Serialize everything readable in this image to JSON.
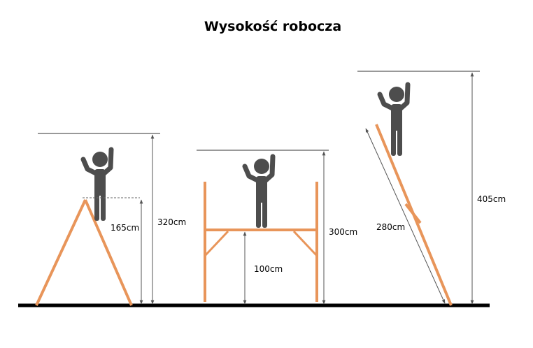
{
  "title": "Wysokość robocza",
  "colors": {
    "ladder": "#E8955A",
    "person": "#4D4D4D",
    "ground": "#000000",
    "dimension": "#555555"
  },
  "configs": [
    {
      "name": "a-frame-ladder",
      "working_height": "320cm",
      "platform_height": "165cm"
    },
    {
      "name": "scaffold",
      "working_height": "300cm",
      "platform_height": "100cm"
    },
    {
      "name": "extension-ladder",
      "working_height": "405cm",
      "ladder_length": "280cm"
    }
  ]
}
